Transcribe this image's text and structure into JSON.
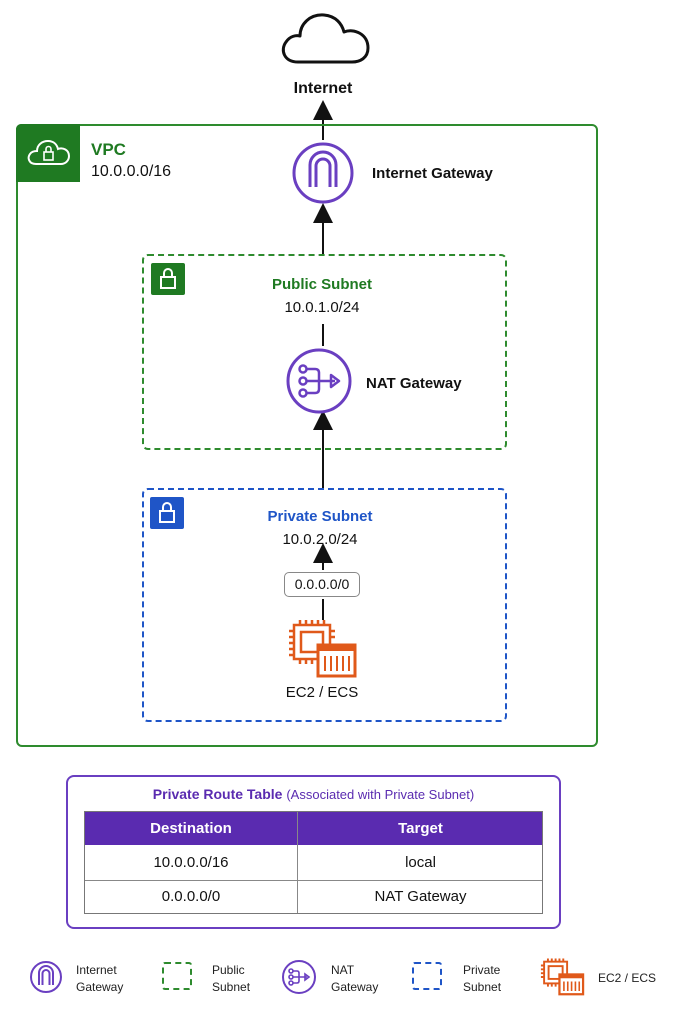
{
  "colors": {
    "green": "#1f7a22",
    "blue": "#1f55c7",
    "purple": "#6a3fc1",
    "orange": "#e0591a"
  },
  "internet": {
    "label": "Internet"
  },
  "vpc": {
    "title": "VPC",
    "cidr": "10.0.0.0/16"
  },
  "internet_gateway": {
    "label": "Internet Gateway"
  },
  "public_subnet": {
    "title": "Public Subnet",
    "cidr": "10.0.1.0/24"
  },
  "nat_gateway": {
    "label": "NAT Gateway"
  },
  "private_subnet": {
    "title": "Private Subnet",
    "cidr": "10.0.2.0/24",
    "route_badge": "0.0.0.0/0"
  },
  "compute": {
    "label": "EC2 / ECS"
  },
  "route_table": {
    "title": "Private Route Table",
    "subtitle": "(Associated with Private Subnet)",
    "headers": [
      "Destination",
      "Target"
    ],
    "rows": [
      [
        "10.0.0.0/16",
        "local"
      ],
      [
        "0.0.0.0/0",
        "NAT Gateway"
      ]
    ]
  },
  "legend": [
    {
      "line1": "Internet",
      "line2": "Gateway",
      "icon": "internet-gateway-icon"
    },
    {
      "line1": "Public",
      "line2": "Subnet",
      "icon": "public-subnet-swatch"
    },
    {
      "line1": "NAT",
      "line2": "Gateway",
      "icon": "nat-gateway-icon"
    },
    {
      "line1": "Private",
      "line2": "Subnet",
      "icon": "private-subnet-swatch"
    },
    {
      "line1": "EC2 / ECS",
      "line2": "",
      "icon": "ec2-ecs-icon"
    }
  ]
}
